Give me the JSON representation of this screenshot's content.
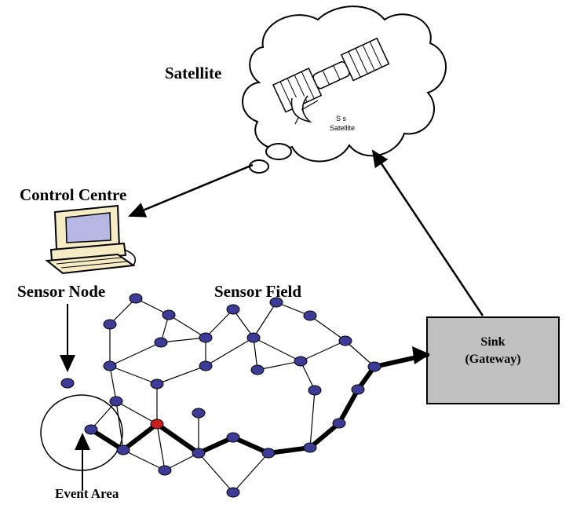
{
  "labels": {
    "satellite": "Satellite",
    "control_centre": "Control Centre",
    "sensor_node": "Sensor Node",
    "sensor_field": "Sensor Field",
    "event_area": "Event Area",
    "sink_line1": "Sink",
    "sink_line2": "(Gateway)",
    "sat_caption1": "S s",
    "sat_caption2": "Satellite"
  },
  "colors": {
    "node_fill": "#3c3c96",
    "source_node_fill": "#c81e1e",
    "sink_fill": "#c0c0c0",
    "monitor_screen": "#b7b7e3",
    "computer_body": "#f5ecc6"
  },
  "icons": [
    "satellite-icon",
    "computer-icon"
  ]
}
